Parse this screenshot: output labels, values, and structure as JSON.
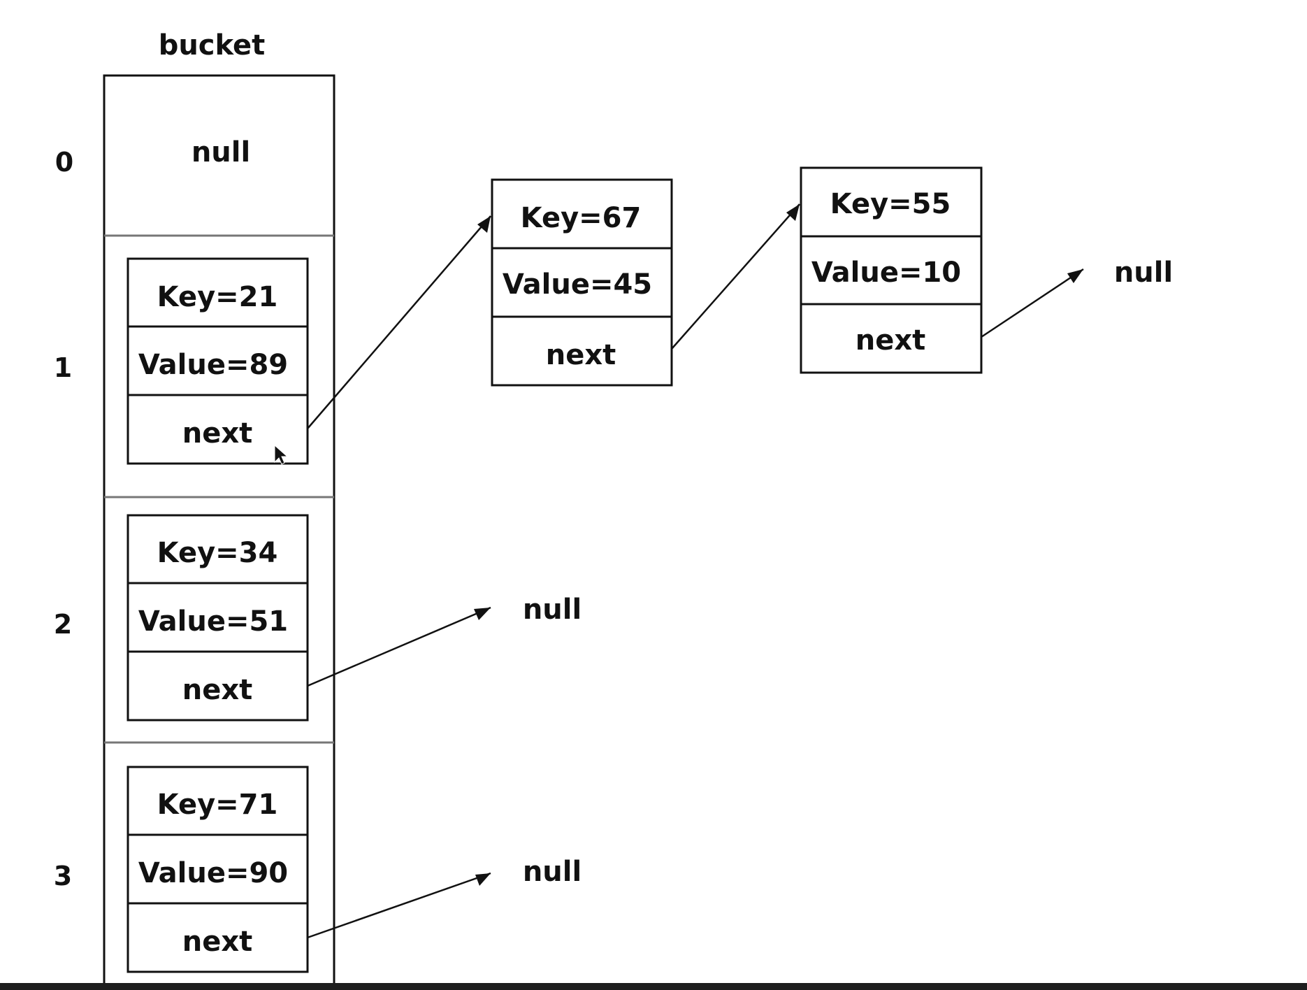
{
  "diagram": {
    "bucket_label": "bucket",
    "indices": [
      "0",
      "1",
      "2",
      "3"
    ],
    "empty_slot_text": "null",
    "nodes": [
      {
        "key": "Key=21",
        "value": "Value=89",
        "next": "next"
      },
      {
        "key": "Key=34",
        "value": "Value=51",
        "next": "next"
      },
      {
        "key": "Key=71",
        "value": "Value=90",
        "next": "next"
      },
      {
        "key": "Key=67",
        "value": "Value=45",
        "next": "next"
      },
      {
        "key": "Key=55",
        "value": "Value=10",
        "next": "next"
      }
    ],
    "null_terminators": [
      "null",
      "null",
      "null"
    ],
    "colors": {
      "line": "#111111",
      "background": "#ffffff",
      "bottom_bar": "#1e1e1e"
    }
  }
}
